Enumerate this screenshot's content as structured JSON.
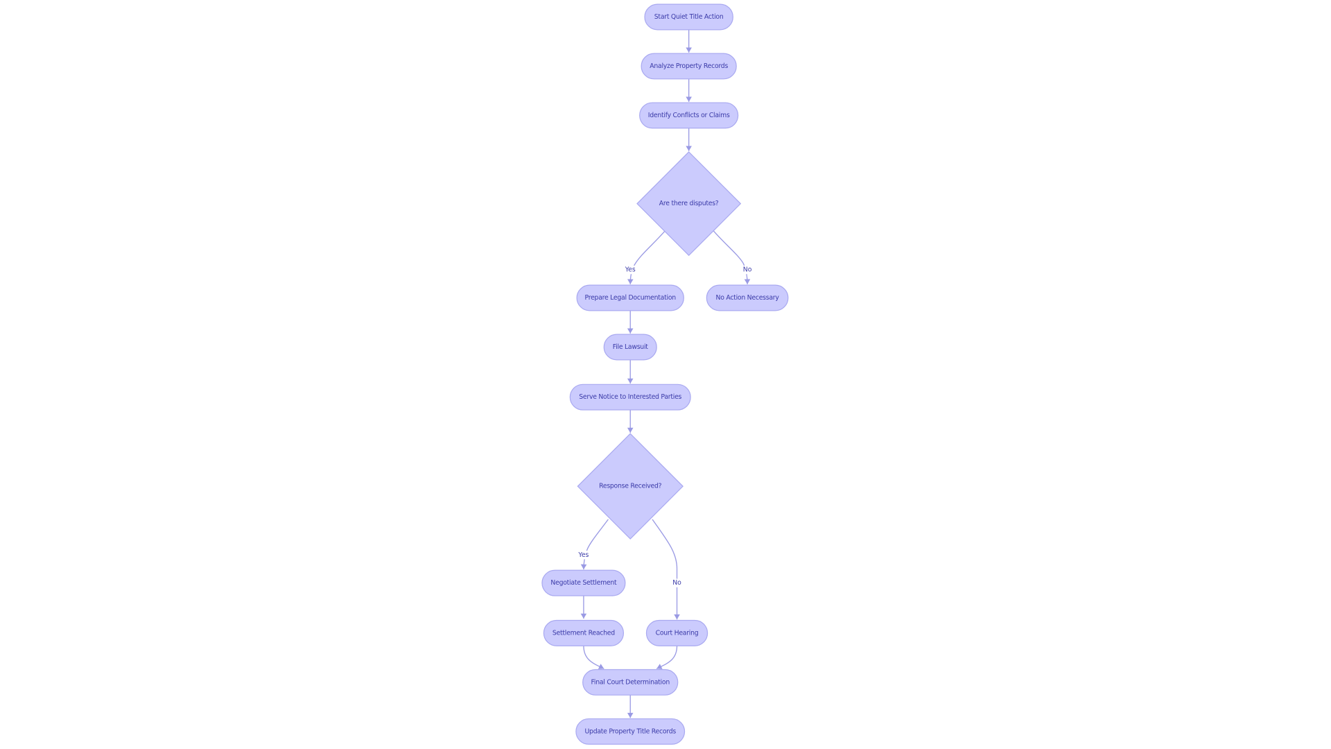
{
  "diagram": {
    "type": "flowchart",
    "nodes": [
      {
        "id": "start",
        "label": "Start Quiet Title Action",
        "shape": "rounded"
      },
      {
        "id": "analyze",
        "label": "Analyze Property Records",
        "shape": "rounded"
      },
      {
        "id": "identify",
        "label": "Identify Conflicts or Claims",
        "shape": "rounded"
      },
      {
        "id": "disputes",
        "label": "Are there disputes?",
        "shape": "diamond"
      },
      {
        "id": "prepare",
        "label": "Prepare Legal Documentation",
        "shape": "rounded"
      },
      {
        "id": "noaction",
        "label": "No Action Necessary",
        "shape": "rounded"
      },
      {
        "id": "file",
        "label": "File Lawsuit",
        "shape": "rounded"
      },
      {
        "id": "serve",
        "label": "Serve Notice to Interested Parties",
        "shape": "rounded"
      },
      {
        "id": "response",
        "label": "Response Received?",
        "shape": "diamond"
      },
      {
        "id": "negotiate",
        "label": "Negotiate Settlement",
        "shape": "rounded"
      },
      {
        "id": "settled",
        "label": "Settlement Reached",
        "shape": "rounded"
      },
      {
        "id": "court",
        "label": "Court Hearing",
        "shape": "rounded"
      },
      {
        "id": "final",
        "label": "Final Court Determination",
        "shape": "rounded"
      },
      {
        "id": "update",
        "label": "Update Property Title Records",
        "shape": "rounded"
      }
    ],
    "edges": [
      {
        "from": "start",
        "to": "analyze",
        "label": ""
      },
      {
        "from": "analyze",
        "to": "identify",
        "label": ""
      },
      {
        "from": "identify",
        "to": "disputes",
        "label": ""
      },
      {
        "from": "disputes",
        "to": "prepare",
        "label": "Yes"
      },
      {
        "from": "disputes",
        "to": "noaction",
        "label": "No"
      },
      {
        "from": "prepare",
        "to": "file",
        "label": ""
      },
      {
        "from": "file",
        "to": "serve",
        "label": ""
      },
      {
        "from": "serve",
        "to": "response",
        "label": ""
      },
      {
        "from": "response",
        "to": "negotiate",
        "label": "Yes"
      },
      {
        "from": "response",
        "to": "court",
        "label": "No"
      },
      {
        "from": "negotiate",
        "to": "settled",
        "label": ""
      },
      {
        "from": "settled",
        "to": "final",
        "label": ""
      },
      {
        "from": "court",
        "to": "final",
        "label": ""
      },
      {
        "from": "final",
        "to": "update",
        "label": ""
      }
    ],
    "colors": {
      "node_fill": "#cbcbfd",
      "node_stroke": "#a9a9f0",
      "text": "#3a3aa8",
      "edge": "#9a9ae4"
    }
  }
}
